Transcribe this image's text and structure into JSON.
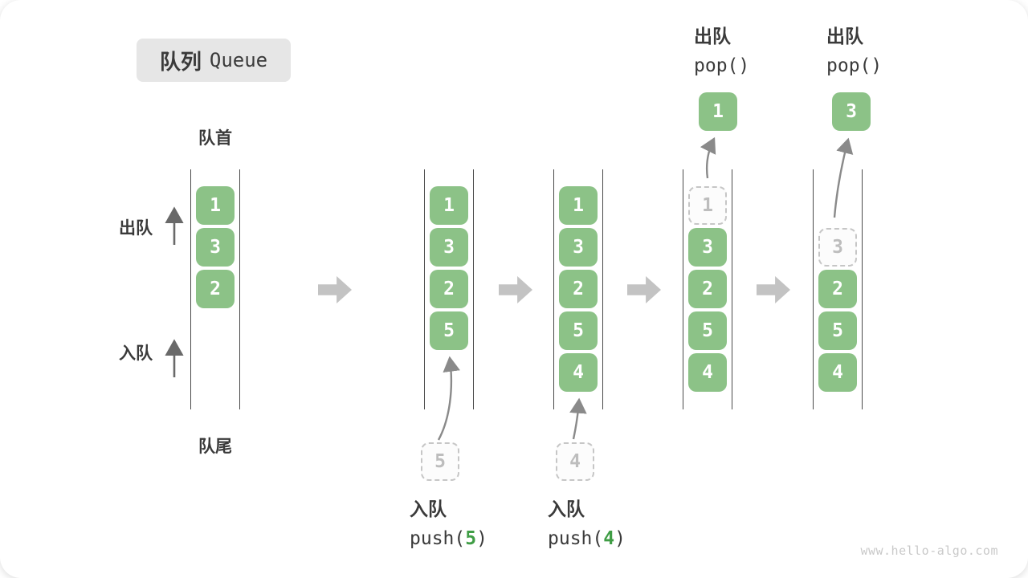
{
  "title": {
    "zh": "队列",
    "en": "Queue"
  },
  "labels": {
    "front": "队首",
    "rear": "队尾",
    "dequeue": "出队",
    "enqueue": "入队"
  },
  "stages": [
    {
      "boxes": [
        "1",
        "3",
        "2"
      ]
    },
    {
      "boxes": [
        "1",
        "3",
        "2",
        "5"
      ],
      "incoming": "5",
      "op_action": "入队",
      "op_fn_open": "push(",
      "op_arg": "5",
      "op_fn_close": ")"
    },
    {
      "boxes": [
        "1",
        "3",
        "2",
        "5",
        "4"
      ],
      "incoming": "4",
      "op_action": "入队",
      "op_fn_open": "push(",
      "op_arg": "4",
      "op_fn_close": ")"
    },
    {
      "ghost": "1",
      "boxes": [
        "3",
        "2",
        "5",
        "4"
      ],
      "popped": "1",
      "op_action": "出队",
      "op_fn": "pop()"
    },
    {
      "ghost": "3",
      "boxes": [
        "2",
        "5",
        "4"
      ],
      "popped": "3",
      "op_action": "出队",
      "op_fn": "pop()"
    }
  ],
  "watermark": "www.hello-algo.com",
  "colors": {
    "box_green": "#8cc287",
    "code_green": "#3f9d45",
    "block_arrow": "#c3c3c3",
    "text": "#3c3c3c",
    "ghost_border": "#c6c6c6",
    "ghost_text": "#bdbdbd",
    "wall": "#4a4a4a"
  }
}
